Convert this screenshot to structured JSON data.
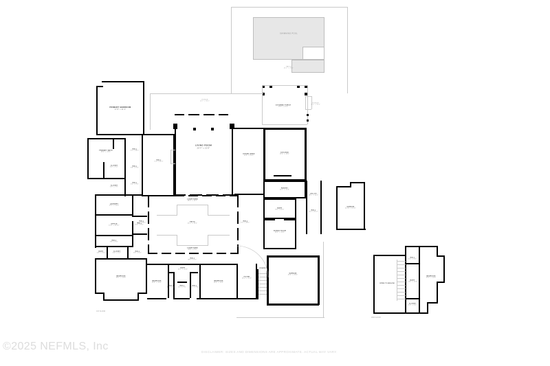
{
  "document": {
    "kind": "real-estate-floor-plan",
    "copyright": "©2025 NEFMLS, Inc",
    "disclaimer": "DISCLAIMER: SIZES AND DIMENSIONS ARE APPROXIMATE. ACTUAL MAY VARY.",
    "main_level_tag": "1ST FLOOR",
    "upper_level_tag": "2ND FLOOR"
  },
  "rooms": {
    "pool": {
      "name": "SWIMMING POOL",
      "dim": ""
    },
    "pool_patio": {
      "name": "PATIO",
      "dim": "44'2\" x 40'0\""
    },
    "covered_porch": {
      "name": "COVERED PORCH",
      "dim": "19'8\" x 21'4\""
    },
    "porch_north": {
      "name": "PORCH",
      "dim": "10'7\" x 30'1\""
    },
    "porch_nw": {
      "name": "PORCH",
      "dim": "10'3\" x 30'0\""
    },
    "primary_bedroom": {
      "name": "PRIMARY BEDROOM",
      "dim": "17'8\" x 21'1\""
    },
    "primary_bath": {
      "name": "PRIMARY BATH",
      "dim": "18'0\" x 13'2\""
    },
    "closet_a": {
      "name": "CLOSET",
      "dim": "6'0\" x 9'2\""
    },
    "closet_b": {
      "name": "CLOSET",
      "dim": "5'9\" x 7'9\""
    },
    "hall_nw": {
      "name": "HALL",
      "dim": "7'8\" x 16'1\""
    },
    "hall_nw2": {
      "name": "HALL",
      "dim": "3'8\" x 9'4\""
    },
    "hall_nw3": {
      "name": "HALL",
      "dim": "3'6\" x 9'0\""
    },
    "hall_mid": {
      "name": "HALL",
      "dim": "7'4\" x 22'5\""
    },
    "living_room": {
      "name": "LIVING ROOM",
      "dim": "26'4\" x 22'8\""
    },
    "dining_area": {
      "name": "DINING AREA",
      "dim": "13'8\" x 20'0\""
    },
    "kitchen": {
      "name": "KITCHEN",
      "dim": "19'0\" x 18'1\""
    },
    "pantry": {
      "name": "PANTRY",
      "dim": "10'1\" x 11'0\""
    },
    "laundry": {
      "name": "LAUNDRY",
      "dim": "17'1\" x 12'0\""
    },
    "office": {
      "name": "OFFICE",
      "dim": "15'8\" x 11'10\""
    },
    "hall_sw": {
      "name": "HALL",
      "dim": "9'8\" x 9'0\""
    },
    "bath_sw": {
      "name": "BATH",
      "dim": "4'8\" x 8'0\""
    },
    "hall_sw2": {
      "name": "HALL",
      "dim": "4'0\" x 8'4\""
    },
    "hall_sw3": {
      "name": "HALL",
      "dim": "3'8\" x 6'2\""
    },
    "bedroom_sw": {
      "name": "BEDROOM",
      "dim": "18'1\" x 13'8\""
    },
    "bedroom_s2": {
      "name": "BEDROOM",
      "dim": "13'8\" x 13'4\""
    },
    "bedroom_s3": {
      "name": "BEDROOM",
      "dim": "13'4\" x 13'4\""
    },
    "bath_s": {
      "name": "BATH",
      "dim": "12'1\" x 11'4\""
    },
    "hall_s1": {
      "name": "HALL",
      "dim": "3'1\" x 7'0\""
    },
    "hall_s2": {
      "name": "HALL",
      "dim": "3'1\" x 7'0\""
    },
    "closet_s": {
      "name": "CLOSET",
      "dim": "6'0\" x 5'2\""
    },
    "foyer": {
      "name": "FOYER",
      "dim": "10'0\" x 11'4\""
    },
    "stair_s": {
      "name": "STAIRS",
      "dim": ""
    },
    "garage_s": {
      "name": "GARAGE",
      "dim": "23'4\" x 26'0\""
    },
    "garage_e": {
      "name": "GARAGE",
      "dim": "11'10\" x 21'0\""
    },
    "patio_center": {
      "name": "PATIO",
      "dim": "22'1\" x 19'1\""
    },
    "courtyard_n": {
      "name": "COURTYARD",
      "dim": "38'0\" x 10'7\""
    },
    "courtyard_s": {
      "name": "COURTYARD",
      "dim": "38'0\" x 9'8\""
    },
    "hall_court_w": {
      "name": "HALL",
      "dim": "5'0\" x 28'1\""
    },
    "hall_court_e": {
      "name": "HALL",
      "dim": "5'0\" x 28'1\""
    },
    "hall_court_s": {
      "name": "HALL",
      "dim": "38'1\" x 5'1\""
    },
    "bath_e": {
      "name": "BATH",
      "dim": "8'0\" x 11'6\""
    },
    "bonus_room": {
      "name": "BONUS ROOM",
      "dim": "18'0\" x 14'0\""
    },
    "util_e": {
      "name": "UTILITY",
      "dim": "10'1\" x 10'1\""
    },
    "hall_e": {
      "name": "HALL",
      "dim": "4'4\" x 21'0\""
    },
    "open_to_below": {
      "name": "OPEN TO BELOW",
      "dim": ""
    },
    "up_bedroom": {
      "name": "BEDROOM",
      "dim": "19'0\" x 15'8\""
    },
    "up_bath": {
      "name": "BATH",
      "dim": "5'10\" x 12'0\""
    },
    "up_hall": {
      "name": "HALL",
      "dim": "4'0\" x 3'4\""
    },
    "up_closet": {
      "name": "CLOSET",
      "dim": "4'0\" x 3'4\""
    },
    "up_stairs": {
      "name": "STAIRS",
      "dim": ""
    }
  },
  "palette": {
    "wall": "#000000",
    "thin_line": "#c9c9c9",
    "pool_fill": "#e7e7e7",
    "paper": "#ffffff",
    "label_text": "#3a3a3a",
    "footer_text": "#dcdcdc"
  }
}
